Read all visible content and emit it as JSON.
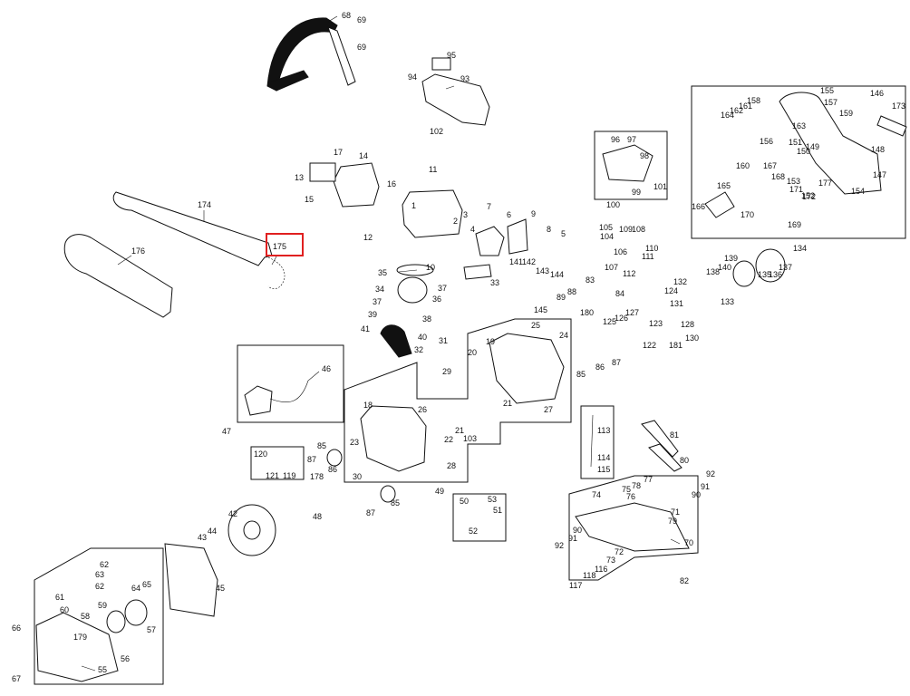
{
  "labels": {
    "l1": "1",
    "l2": "2",
    "l3": "3",
    "l4": "4",
    "l5": "5",
    "l6": "6",
    "l7": "7",
    "l8": "8",
    "l9": "9",
    "l10": "10",
    "l11": "11",
    "l12": "12",
    "l13": "13",
    "l14": "14",
    "l15": "15",
    "l16": "16",
    "l17": "17",
    "l18": "18",
    "l19": "19",
    "l20": "20",
    "l21": "21",
    "l21b": "21",
    "l22": "22",
    "l23": "23",
    "l24": "24",
    "l25": "25",
    "l26": "26",
    "l27": "27",
    "l28": "28",
    "l29": "29",
    "l30": "30",
    "l31": "31",
    "l32": "32",
    "l33": "33",
    "l34": "34",
    "l35": "35",
    "l36": "36",
    "l37": "37",
    "l37b": "37",
    "l38": "38",
    "l39": "39",
    "l40": "40",
    "l41": "41",
    "l42": "42",
    "l43": "43",
    "l44": "44",
    "l45": "45",
    "l46": "46",
    "l47": "47",
    "l48": "48",
    "l49": "49",
    "l50": "50",
    "l51": "51",
    "l52": "52",
    "l53": "53",
    "l55": "55",
    "l56": "56",
    "l57": "57",
    "l58": "58",
    "l59": "59",
    "l60": "60",
    "l61": "61",
    "l62": "62",
    "l62b": "62",
    "l63": "63",
    "l64": "64",
    "l65": "65",
    "l66": "66",
    "l67": "67",
    "l68": "68",
    "l69": "69",
    "l69b": "69",
    "l70": "70",
    "l71": "71",
    "l72": "72",
    "l73": "73",
    "l74": "74",
    "l75": "75",
    "l76": "76",
    "l77": "77",
    "l78": "78",
    "l79": "79",
    "l80": "80",
    "l81": "81",
    "l82": "82",
    "l83": "83",
    "l84": "84",
    "l85": "85",
    "l85b": "85",
    "l85c": "85",
    "l86": "86",
    "l86b": "86",
    "l87": "87",
    "l87b": "87",
    "l87c": "87",
    "l88": "88",
    "l89": "89",
    "l90": "90",
    "l90b": "90",
    "l91": "91",
    "l91b": "91",
    "l92": "92",
    "l92b": "92",
    "l93": "93",
    "l94": "94",
    "l95": "95",
    "l96": "96",
    "l97": "97",
    "l98": "98",
    "l99": "99",
    "l100": "100",
    "l101": "101",
    "l102": "102",
    "l103": "103",
    "l104": "104",
    "l105": "105",
    "l106": "106",
    "l107": "107",
    "l108": "108",
    "l109": "109",
    "l110": "110",
    "l111": "111",
    "l112": "112",
    "l113": "113",
    "l114": "114",
    "l115": "115",
    "l116": "116",
    "l117": "117",
    "l118": "118",
    "l119": "119",
    "l120": "120",
    "l121": "121",
    "l122": "122",
    "l123": "123",
    "l124": "124",
    "l125": "125",
    "l126": "126",
    "l127": "127",
    "l128": "128",
    "l130": "130",
    "l131": "131",
    "l132": "132",
    "l133": "133",
    "l134": "134",
    "l135": "135",
    "l136": "136",
    "l137": "137",
    "l138": "138",
    "l139": "139",
    "l140": "140",
    "l141": "141",
    "l142": "142",
    "l143": "143",
    "l144": "144",
    "l145": "145",
    "l146": "146",
    "l147": "147",
    "l148": "148",
    "l149": "149",
    "l150": "150",
    "l151": "151",
    "l152": "152",
    "l153": "153",
    "l154": "154",
    "l155": "155",
    "l156": "156",
    "l157": "157",
    "l158": "158",
    "l159": "159",
    "l160": "160",
    "l161": "161",
    "l162": "162",
    "l163": "163",
    "l164": "164",
    "l165": "165",
    "l166": "166",
    "l167": "167",
    "l168": "168",
    "l169": "169",
    "l170": "170",
    "l171": "171",
    "l172": "172",
    "l173": "173",
    "l174": "174",
    "l175": "175",
    "l176": "176",
    "l177": "177",
    "l178": "178",
    "l179": "179",
    "l180": "180",
    "l181": "181"
  },
  "highlight": {
    "part_number": "175",
    "color": "#e02020"
  }
}
